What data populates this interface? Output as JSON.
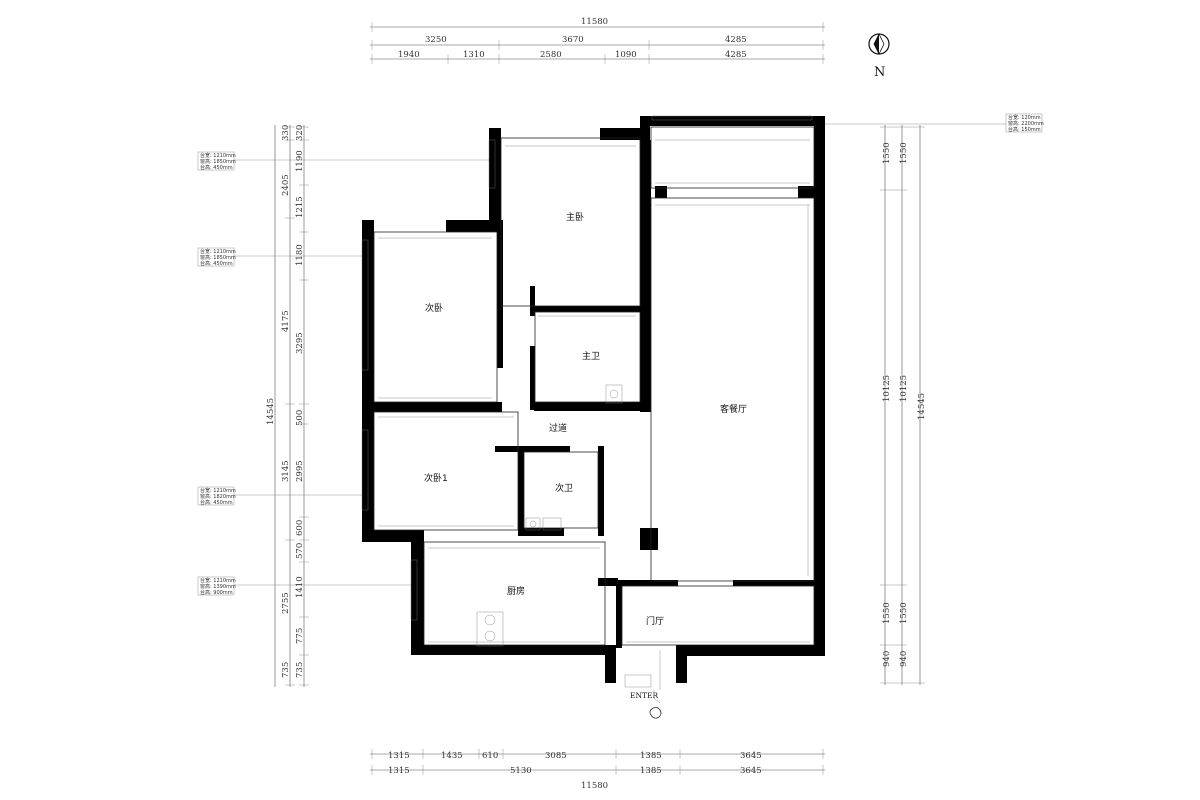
{
  "compass": {
    "label": "N"
  },
  "top_dims": {
    "total": "11580",
    "row1": [
      "3250",
      "3670",
      "4285"
    ],
    "row2": [
      "1940",
      "1310",
      "2580",
      "1090",
      "4285"
    ]
  },
  "bottom_dims": {
    "total": "11580",
    "row1": [
      "1315",
      "1435",
      "610",
      "3085",
      "1385",
      "3645"
    ],
    "row2": [
      "1315",
      "5130",
      "1385",
      "3645"
    ]
  },
  "left_dims": {
    "outer": [
      "2405",
      "4175",
      "3145",
      "2755"
    ],
    "outer_top": "330",
    "total": "14545",
    "inner": [
      "320",
      "1190",
      "1215",
      "1180",
      "3295",
      "500",
      "2995",
      "600",
      "570",
      "1410",
      "775",
      "735"
    ],
    "bottom": "735"
  },
  "right_dims": {
    "col1": [
      "1550",
      "10125",
      "1550",
      "940"
    ],
    "col2": [
      "1550",
      "10125",
      "1550",
      "940"
    ],
    "total": "14545"
  },
  "rooms": {
    "master_bed": "主卧",
    "second_bed": "次卧",
    "master_bath": "主卫",
    "corridor": "过道",
    "living_dining": "客餐厅",
    "second_bed_1": "次卧1",
    "second_bath": "次卫",
    "kitchen": "厨房",
    "foyer": "门厅",
    "enter": "ENTER"
  },
  "window_notes": [
    [
      "台宽: 1210mm",
      "窗高: 1850mm",
      "台高: 450mm"
    ],
    [
      "台宽: 1210mm",
      "窗高: 1850mm",
      "台高: 450mm"
    ],
    [
      "台宽: 1210mm",
      "窗高: 1820mm",
      "台高: 450mm"
    ],
    [
      "台宽: 1210mm",
      "窗高: 1390mm",
      "台高: 900mm"
    ],
    [
      "台宽: 120mm",
      "窗高: 2200mm",
      "台高: 150mm"
    ]
  ]
}
